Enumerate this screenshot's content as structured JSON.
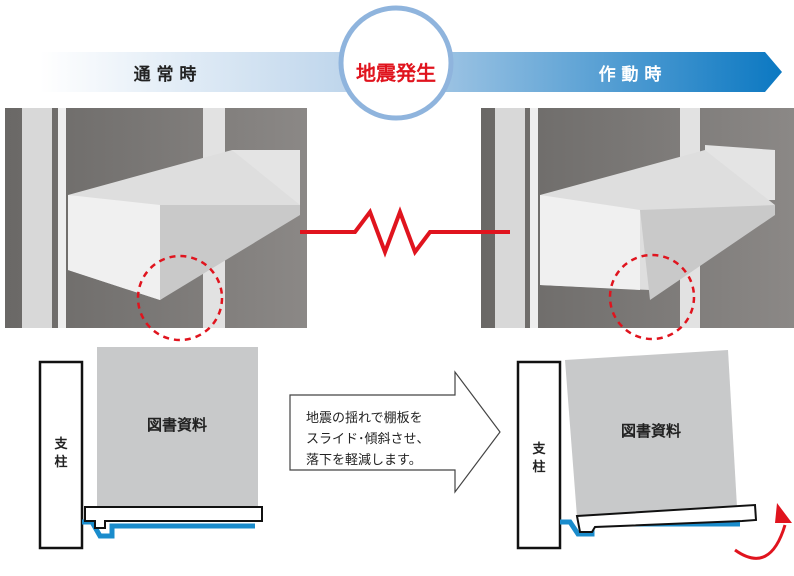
{
  "header": {
    "before_label": "通 常 時",
    "event_label": "地震発生",
    "after_label": "作 動 時"
  },
  "diagram": {
    "books_label": "図書資料",
    "post_label_line1": "支",
    "post_label_line2": "柱",
    "explanation_line1": "地震の揺れで棚板を",
    "explanation_line2": "スライド･傾斜させ、",
    "explanation_line3": "落下を軽減します。"
  },
  "colors": {
    "accent_red": "#e0141e",
    "arrow_blue": "#1e7fc4",
    "circle_blue": "#8fb4dd",
    "shelf_blue": "#1a8ccc",
    "books_gray": "#c8c9ca"
  }
}
